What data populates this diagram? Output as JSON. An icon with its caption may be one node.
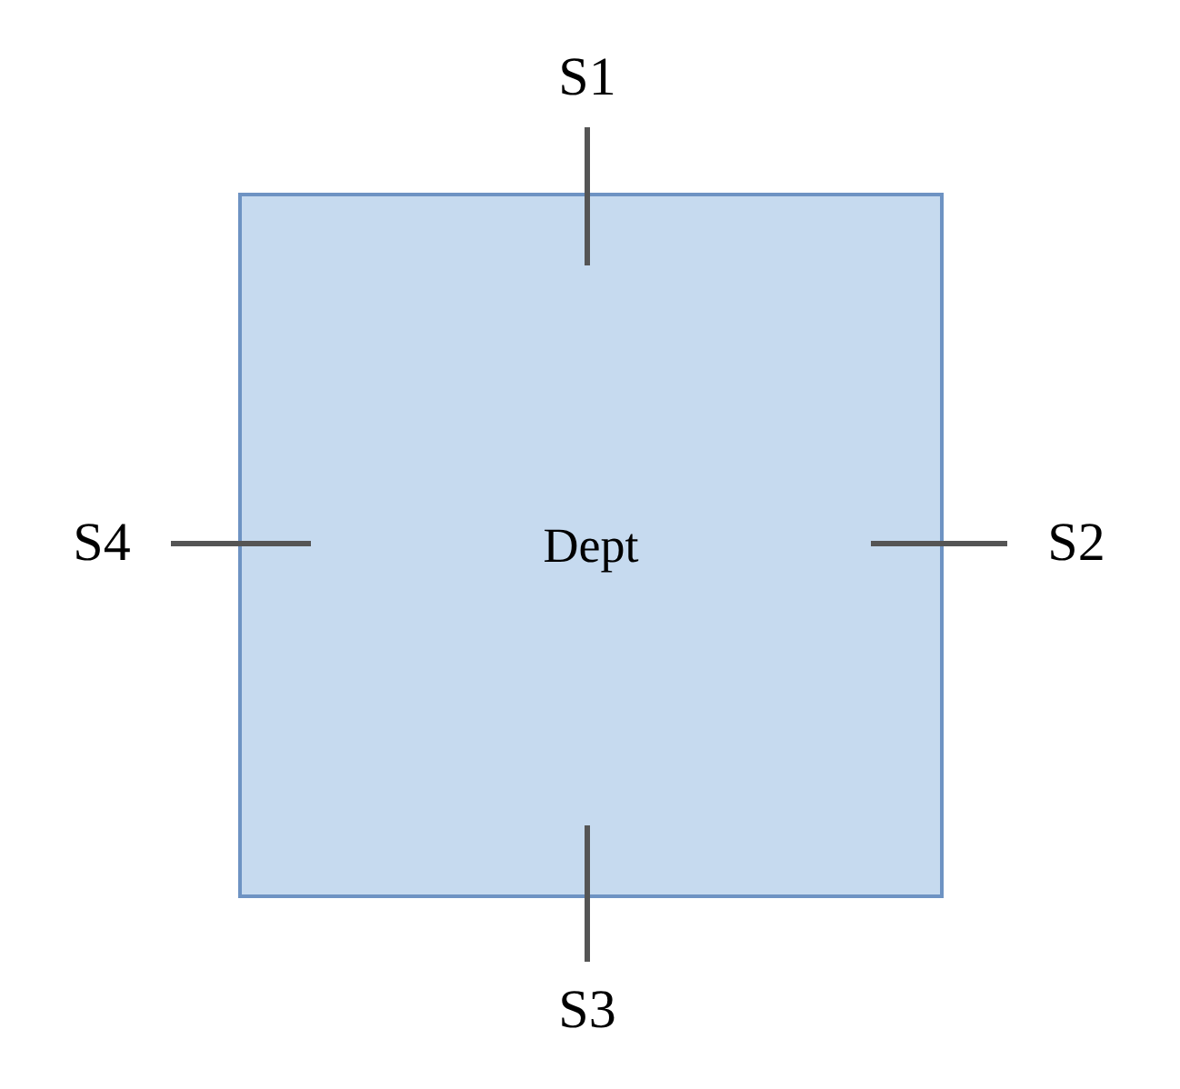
{
  "diagram": {
    "nodes": [
      {
        "text": [
          "Dept"
        ]
      },
      {
        "text": [
          "S1"
        ]
      },
      {
        "text": [
          "S2"
        ]
      },
      {
        "text": [
          "S3"
        ]
      },
      {
        "text": [
          "S4"
        ]
      }
    ],
    "edges": [
      {
        "from": 1,
        "to": 0,
        "arrow": "none"
      },
      {
        "from": 2,
        "to": 0,
        "arrow": "none"
      },
      {
        "from": 3,
        "to": 0,
        "arrow": "none"
      },
      {
        "from": 4,
        "to": 0,
        "arrow": "none"
      }
    ]
  }
}
